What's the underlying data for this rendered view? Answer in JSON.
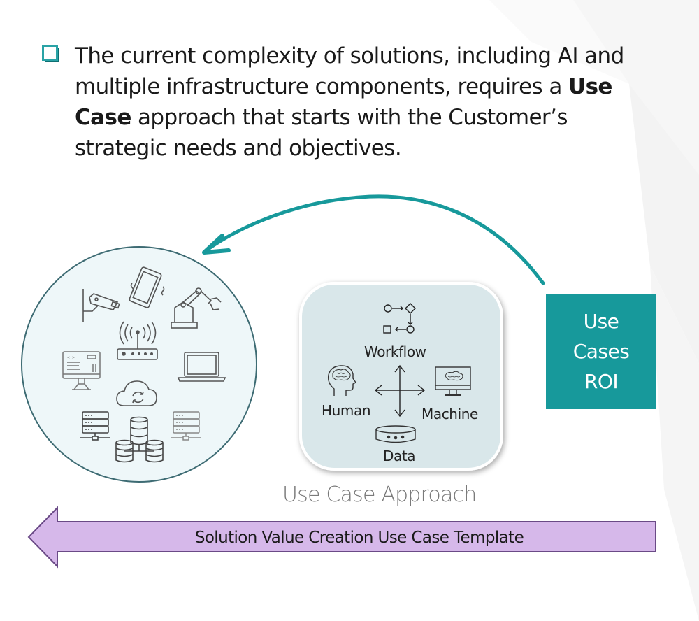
{
  "bullet": {
    "icon": "hollow-square-bullet-icon",
    "text_part1": "The current complexity of solutions, including AI and multiple infrastructure components, requires a ",
    "bold_text": "Use Case",
    "text_part2": " approach that starts with the Customer’s strategic needs and objectives."
  },
  "infrastructure_circle": {
    "icons": [
      "security-camera-icon",
      "smartphone-icon",
      "robot-arm-icon",
      "wifi-router-icon",
      "desktop-monitor-icon",
      "laptop-icon",
      "cloud-sync-icon",
      "server-rack-icon",
      "database-cluster-icon",
      "server-rack-icon"
    ]
  },
  "use_case_box": {
    "workflow_label": "Workflow",
    "human_label": "Human",
    "machine_label": "Machine",
    "data_label": "Data"
  },
  "roi_box": {
    "lines": [
      "Use",
      "Cases",
      "ROI"
    ]
  },
  "approach_label": "Use Case Approach",
  "template_arrow_label": "Solution Value Creation Use Case Template",
  "colors": {
    "teal": "#17999b",
    "circle_fill": "#eef7f9",
    "circle_stroke": "#3d6b73",
    "box_fill": "#d9e7ea",
    "purple_fill": "#d6b8ea",
    "purple_stroke": "#6a4a86"
  }
}
